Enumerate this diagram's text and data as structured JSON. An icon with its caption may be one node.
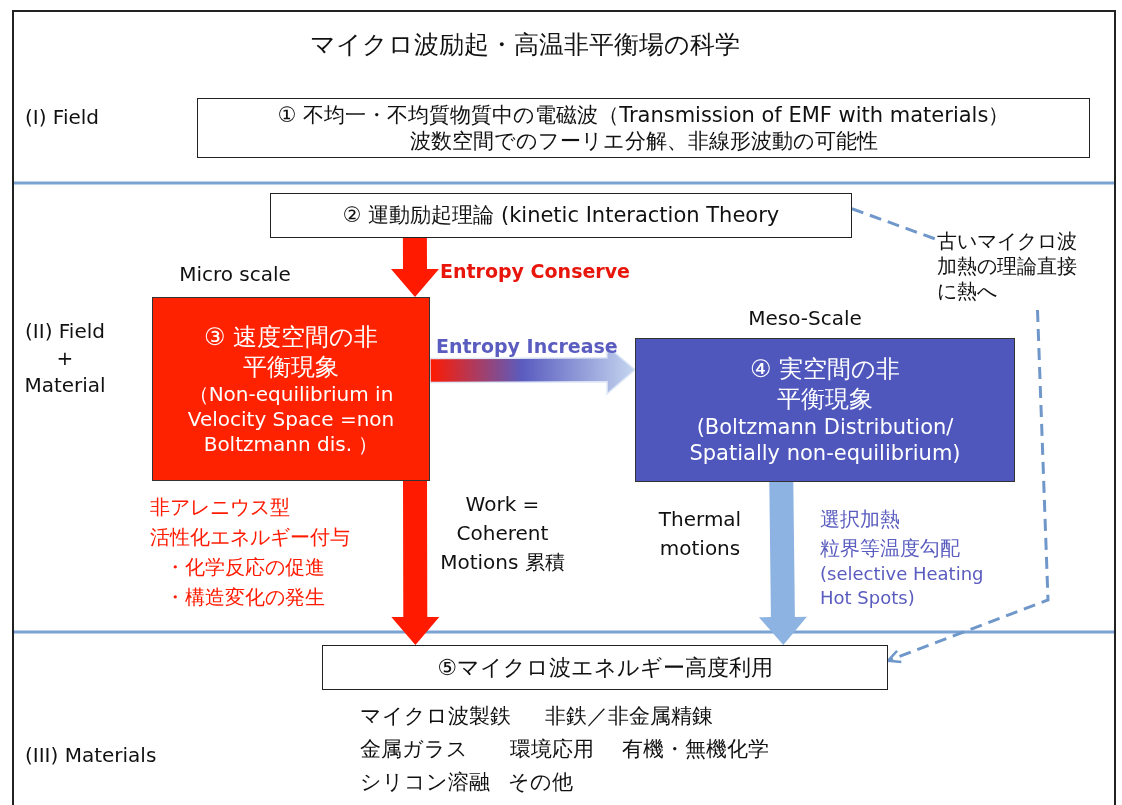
{
  "diagram": {
    "title": "マイクロ波励起・高温非平衡場の科学",
    "nodes": [
      {
        "text": [
          "① 不均一・不均質物質中の電磁波（Transmission of EMF with materials）",
          "波数空間でのフーリエ分解、非線形波動の可能性"
        ]
      },
      {
        "text": [
          "② 運動励起理論 (kinetic Interaction Theory"
        ]
      },
      {
        "text": [
          "③ 速度空間の非平衡現象",
          "（Non-equilibrium in Velocity Space =non Boltzmann dis. ）"
        ],
        "beside": [
          "Micro scale"
        ]
      },
      {
        "text": [
          "④ 実空間の非平衡現象",
          "(Boltzmann Distribution/ Spatially non-equilibrium)"
        ],
        "beside": [
          "Meso-Scale"
        ]
      },
      {
        "text": [
          "古いマイクロ波加熱の理論直接に熱へ"
        ]
      },
      {
        "text": [
          "⑤マイクロ波エネルギー高度利用"
        ]
      }
    ],
    "edges": [
      {
        "from": 1,
        "to": 2,
        "arrow": "to",
        "label": "Entropy Conserve",
        "style": "thick",
        "color": "#ff1a00"
      },
      {
        "from": 2,
        "to": 3,
        "arrow": "to",
        "label": "Entropy Increase",
        "style": "thick",
        "color": "#c5d6f0"
      },
      {
        "from": 2,
        "to": 5,
        "arrow": "to",
        "label": "Work = Coherent Motions 累積",
        "style": "thick",
        "color": "#ff1a00"
      },
      {
        "from": 3,
        "to": 5,
        "arrow": "to",
        "label": "Thermal motions",
        "style": "thick",
        "color": "#8db3e2"
      },
      {
        "from": 1,
        "to": 4,
        "arrow": "none",
        "style": "dashed",
        "color": "#6f97c9"
      },
      {
        "from": 4,
        "to": 5,
        "arrow": "to",
        "style": "dashed",
        "color": "#6f97c9"
      }
    ],
    "labels": [
      "(I) Field",
      "(II) Field + Material",
      "非アレニウス型",
      "活性化エネルギー付与",
      "・化学反応の促進",
      "・構造変化の発生",
      "選択加熱",
      "粒界等温度勾配",
      "(selective Heating Hot Spots)",
      "マイクロ波製鉄",
      "非鉄／非金属精錬",
      "(III) Materials",
      "金属ガラス",
      "環境応用",
      "有機・無機化学",
      "シリコン溶融",
      "その他"
    ]
  }
}
